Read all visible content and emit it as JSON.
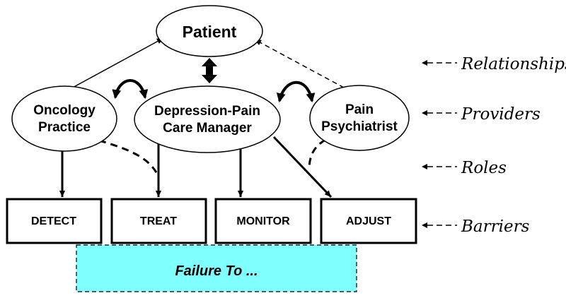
{
  "nodes": {
    "patient": "Patient",
    "oncology_line1": "Oncology",
    "oncology_line2": "Practice",
    "care_manager_line1": "Depression-Pain",
    "care_manager_line2": "Care Manager",
    "psychiatrist_line1": "Pain",
    "psychiatrist_line2": "Psychiatrist"
  },
  "boxes": {
    "detect": "DETECT",
    "treat": "TREAT",
    "monitor": "MONITOR",
    "adjust": "ADJUST"
  },
  "failure": {
    "label": "Failure To ...",
    "fill_color": "#80ffff"
  },
  "legend": {
    "relationships": "Relationships",
    "providers": "Providers",
    "roles": "Roles",
    "barriers": "Barriers"
  }
}
